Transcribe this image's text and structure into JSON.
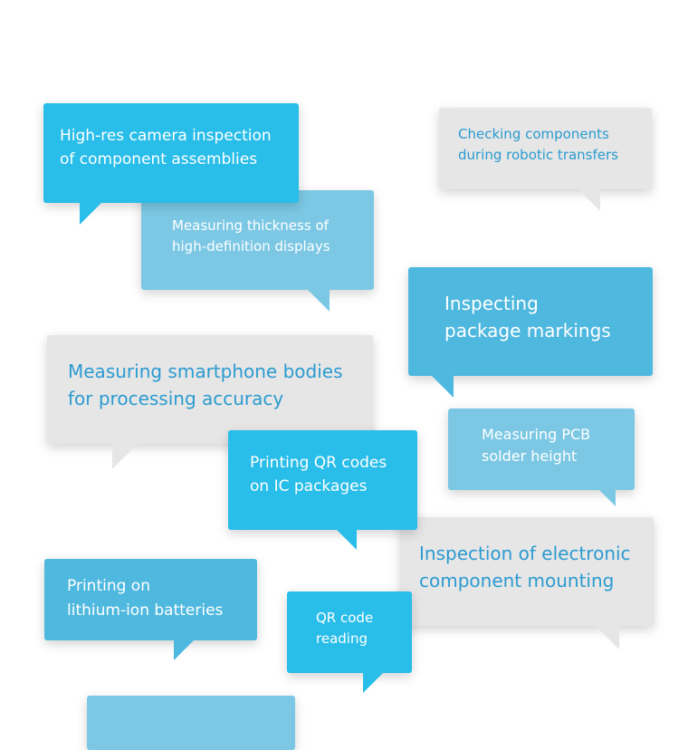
{
  "bubbles": [
    {
      "text": "High-res camera inspection\nof component assemblies"
    },
    {
      "text": "Checking components\nduring robotic transfers"
    },
    {
      "text": "Measuring thickness of\nhigh-definition displays"
    },
    {
      "text": "Inspecting\npackage markings"
    },
    {
      "text": "Measuring smartphone bodies\nfor processing accuracy"
    },
    {
      "text": "Measuring PCB\nsolder height"
    },
    {
      "text": "Printing QR codes\non IC packages"
    },
    {
      "text": "Inspection of electronic\ncomponent mounting"
    },
    {
      "text": "Printing on\nlithium-ion batteries"
    },
    {
      "text": "QR code\nreading"
    },
    {
      "text": ""
    }
  ],
  "colors": {
    "bright": "#29bde9",
    "mid": "#4fb8df",
    "soft": "#7cc8e4",
    "light": "#e6e6e6",
    "text_on_light": "#2b9bd0"
  }
}
